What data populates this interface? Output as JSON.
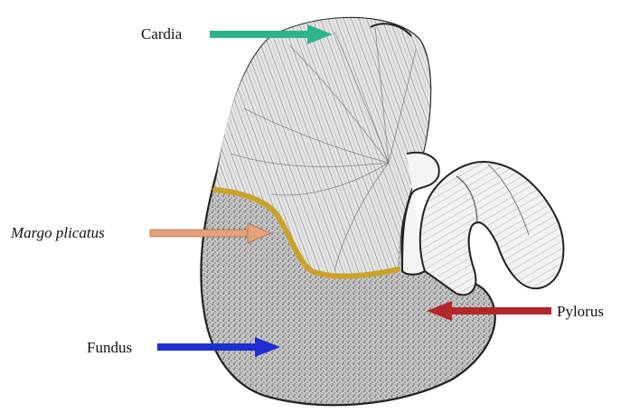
{
  "labels": {
    "cardia": "Cardia",
    "margo_plicatus": "Margo plicatus",
    "fundus": "Fundus",
    "pylorus": "Pylorus"
  },
  "colors": {
    "cardia_arrow": "#2fb38f",
    "margo_plicatus_arrow": "#e3a27a",
    "fundus_arrow": "#1f2fd0",
    "pylorus_arrow": "#b3262b",
    "margo_plicatus_line": "#c9a227"
  }
}
